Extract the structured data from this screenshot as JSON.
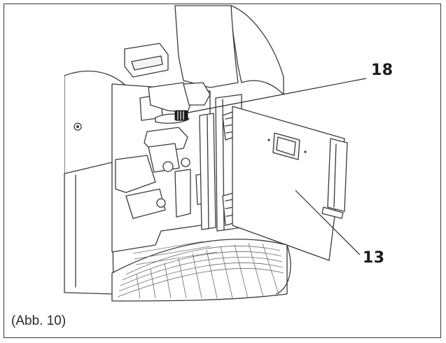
{
  "figure": {
    "caption": "(Abb. 10)",
    "callouts": [
      {
        "id": "18",
        "label": "18"
      },
      {
        "id": "13",
        "label": "13"
      }
    ],
    "colors": {
      "line": "#3a3a3a",
      "fill_light": "#f4f4f4",
      "fill_dark": "#1a1a1a"
    }
  }
}
